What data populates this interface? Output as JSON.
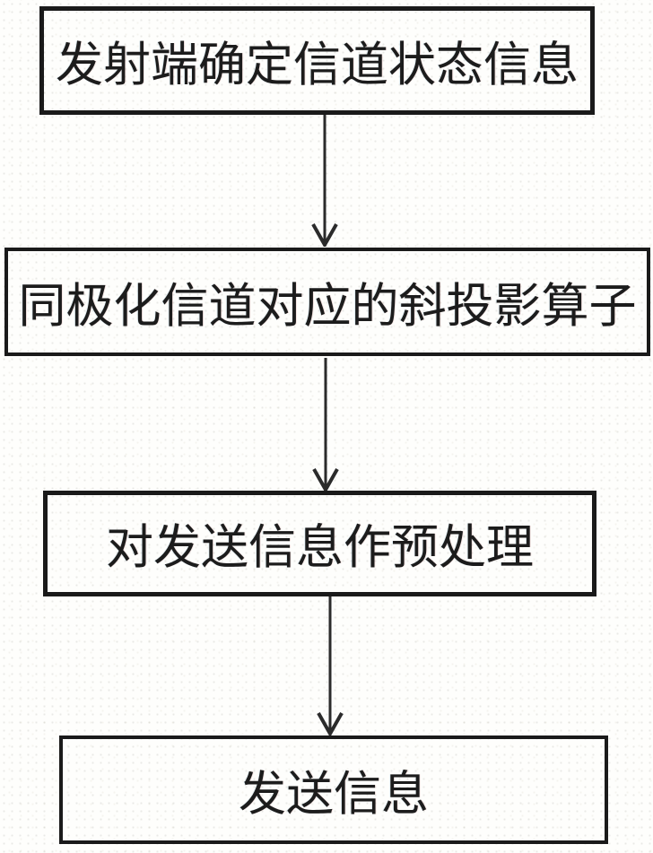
{
  "page": {
    "background_color": "#fefefc"
  },
  "diagram": {
    "type": "flowchart",
    "orientation": "vertical",
    "box_border_color": "#1a1a1a",
    "text_color": "#1c1c1c",
    "arrow_color": "#2b2b2b",
    "steps": [
      {
        "label": "发射端确定信道状态信息"
      },
      {
        "label": "同极化信道对应的斜投影算子"
      },
      {
        "label": "对发送信息作预处理"
      },
      {
        "label": "发送信息"
      }
    ],
    "connections": [
      {
        "from_step": 1,
        "to_step": 2
      },
      {
        "from_step": 2,
        "to_step": 3
      },
      {
        "from_step": 3,
        "to_step": 4
      }
    ]
  }
}
